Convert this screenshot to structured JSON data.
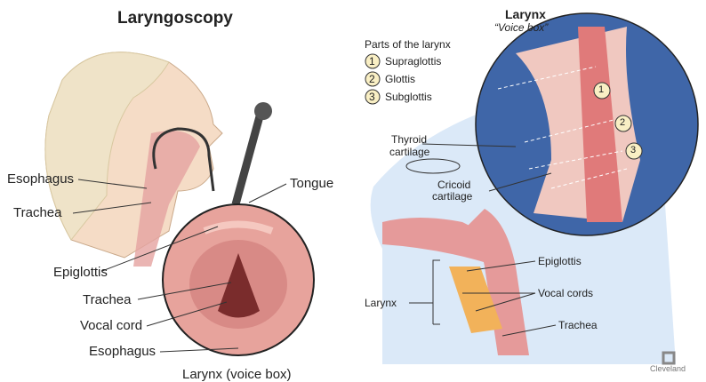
{
  "left": {
    "title": "Laryngoscopy",
    "labels": {
      "esophagus_top": "Esophagus",
      "trachea_top": "Trachea",
      "tongue": "Tongue",
      "epiglottis": "Epiglottis",
      "trachea": "Trachea",
      "vocal_cord": "Vocal cord",
      "esophagus": "Esophagus"
    },
    "bottom_caption": "Larynx (voice box)"
  },
  "right": {
    "title": "Larynx",
    "subtitle": "“Voice box”",
    "parts_heading": "Parts of the larynx",
    "parts": [
      {
        "num": "1",
        "label": "Supraglottis"
      },
      {
        "num": "2",
        "label": "Glottis"
      },
      {
        "num": "3",
        "label": "Subglottis"
      }
    ],
    "labels": {
      "thyroid": "Thyroid\ncartilage",
      "thyroid1": "Thyroid",
      "thyroid2": "cartilage",
      "cricoid1": "Cricoid",
      "cricoid2": "cartilage",
      "epiglottis": "Epiglottis",
      "vocal_cords": "Vocal cords",
      "larynx": "Larynx",
      "trachea": "Trachea"
    }
  },
  "logo": {
    "text": "Cleveland"
  },
  "colors": {
    "skin": "#f5dcc6",
    "tissue": "#e59a9a",
    "inset_bg": "#3f66a8",
    "head_blue": "#dbe9f8",
    "cartilage": "#f2b25a"
  }
}
